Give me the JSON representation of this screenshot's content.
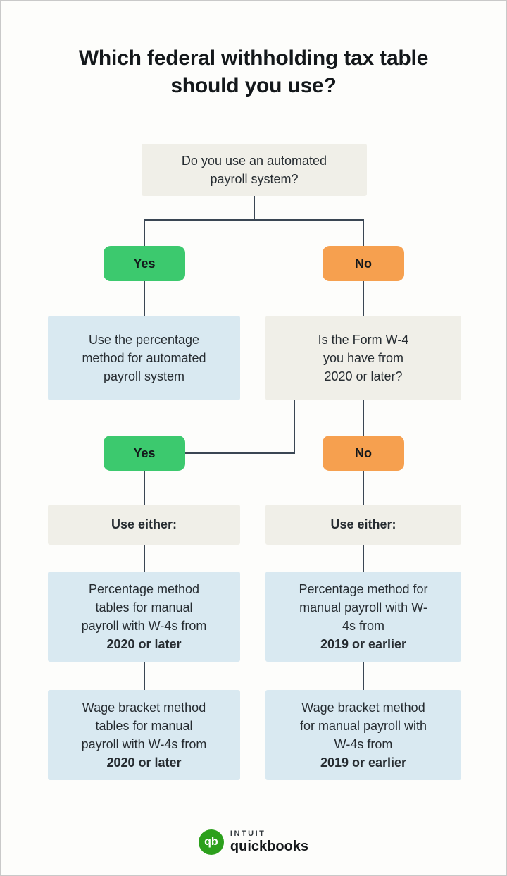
{
  "title": "Which federal withholding tax table should you use?",
  "colors": {
    "green": "#3cc96e",
    "orange": "#f6a04f",
    "blue_box": "#d9e9f1",
    "gray_box": "#f0efe8",
    "line": "#3a4653",
    "qb_green": "#2ca01c"
  },
  "nodes": {
    "q1": "Do you use an automated payroll system?",
    "yes1": "Yes",
    "no1": "No",
    "auto_result": "Use the percentage method for automated payroll system",
    "q2": "Is the Form W-4 you have from 2020 or later?",
    "yes2": "Yes",
    "no2": "No",
    "use_either_left": "Use either:",
    "use_either_right": "Use either:",
    "left_option1": {
      "text": "Percentage method tables for manual payroll with W-4s from ",
      "bold": "2020 or later"
    },
    "left_option2": {
      "text": "Wage bracket method tables for manual payroll with W-4s from ",
      "bold": "2020 or later"
    },
    "right_option1": {
      "text": "Percentage method for manual payroll with W-4s from",
      "bold": "2019 or earlier"
    },
    "right_option2": {
      "text": "Wage bracket method for manual payroll with W-4s from",
      "bold": "2019 or earlier"
    }
  },
  "footer": {
    "qb_monogram": "qb",
    "brand_top": "intuit",
    "brand_bottom": "quickbooks"
  }
}
